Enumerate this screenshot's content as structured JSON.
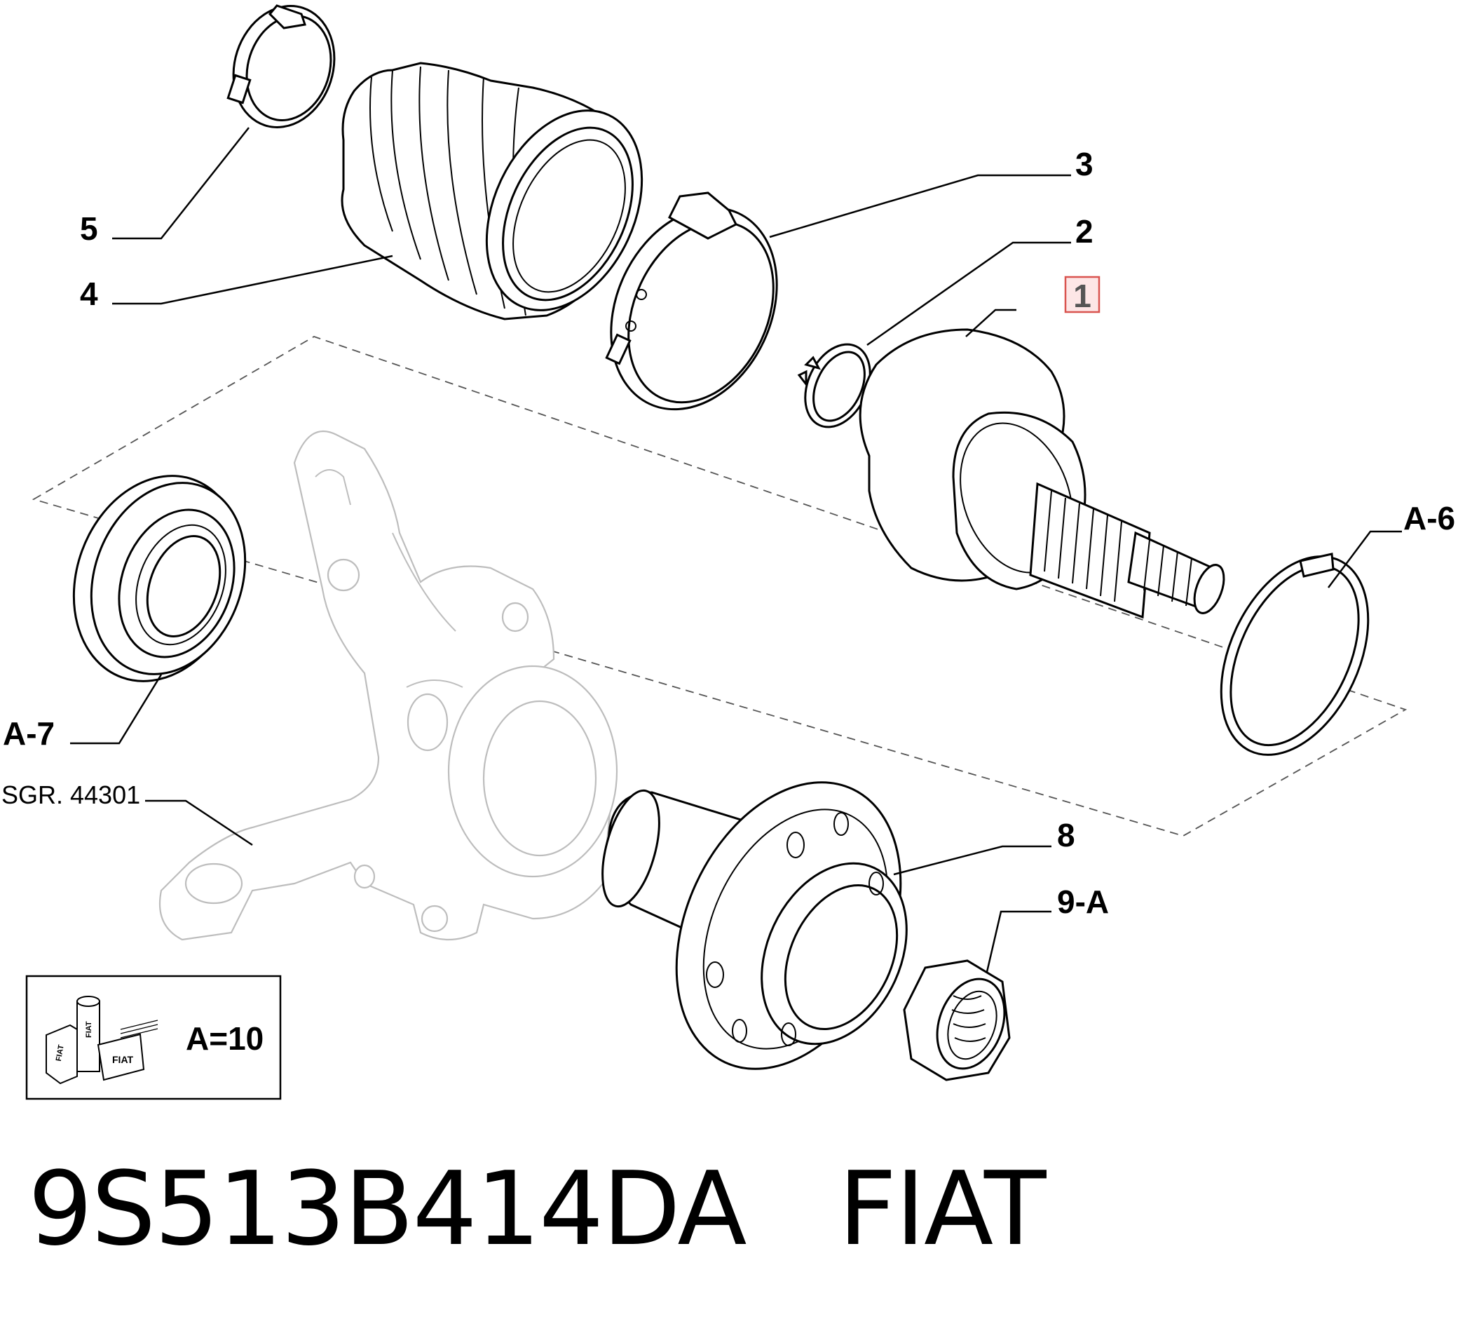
{
  "callouts": {
    "p1": "1",
    "p2": "2",
    "p3": "3",
    "p4": "4",
    "p5": "5",
    "p8": "8",
    "p9a": "9-A",
    "a6": "A-6",
    "a7": "A-7",
    "sgr": "SGR. 44301"
  },
  "legend": {
    "torque": "A=10",
    "logo_text": "FIAT"
  },
  "footer": {
    "part_number": "9S513B414DA",
    "brand": "FIAT"
  },
  "highlight_color": "#d9534f"
}
